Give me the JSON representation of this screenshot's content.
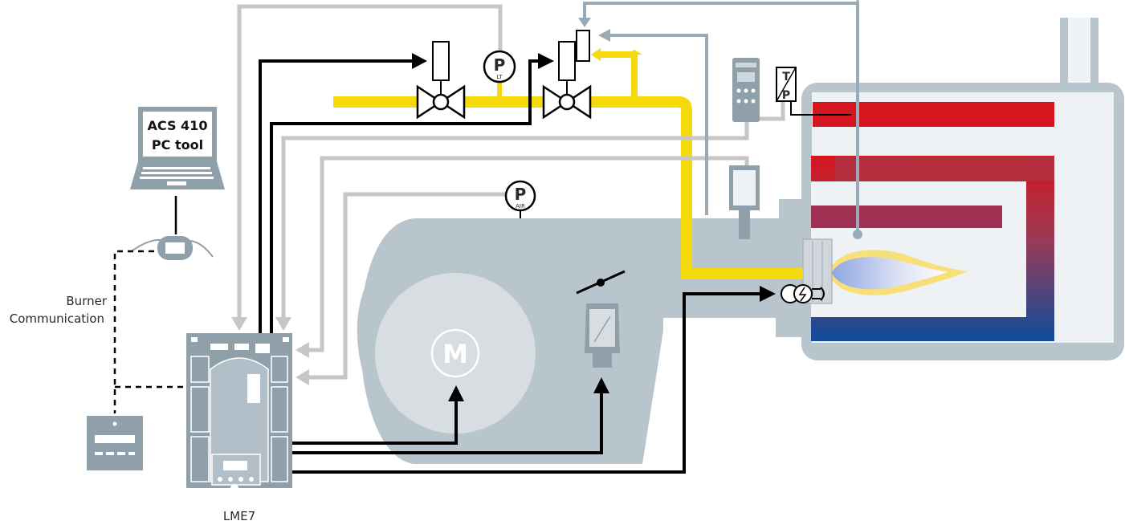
{
  "labels": {
    "pc_tool_line1": "ACS 410",
    "pc_tool_line2": "PC tool",
    "burner_comm_line1": "Burner",
    "burner_comm_line2": "Communication",
    "controller": "LME7",
    "pressure_gas": "P",
    "pressure_gas_sub": "LT",
    "pressure_air": "P",
    "pressure_air_sub": "AIR",
    "motor": "M",
    "tp_sensor_t": "T",
    "tp_sensor_p": "P"
  },
  "colors": {
    "gas_line": "#f5d90a",
    "signal_line": "#000000",
    "feedback_line": "#c6c6c6",
    "flame_monitor_line": "#9aabb8",
    "burner_body": "#b9c5cd",
    "boiler_inner": "#eef2f5",
    "boiler_hot": "#d5161f",
    "boiler_cold": "#0f4c9c"
  },
  "icons": {
    "laptop": "laptop-icon",
    "interface_adapter": "usb-adapter-icon",
    "display_unit": "display-unit-icon",
    "controller": "controller-icon",
    "valve": "gas-valve-icon",
    "actuator": "air-damper-actuator-icon",
    "igniter": "ignition-transformer-icon"
  }
}
